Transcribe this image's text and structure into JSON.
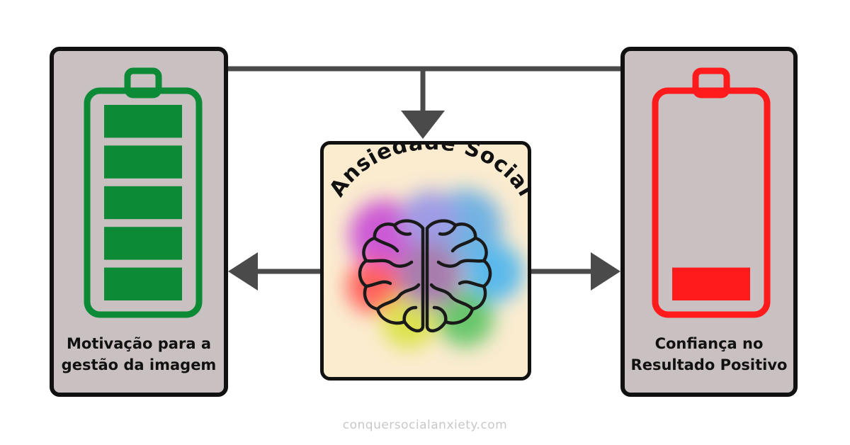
{
  "diagram": {
    "left_label_lines": [
      "Motivação para a",
      "gestão da imagem"
    ],
    "right_label_lines": [
      "Confiança no",
      "Resultado Positivo"
    ],
    "center_title": "Ansiedade Social",
    "footer": "conquersocialanxiety.com"
  },
  "batteries": {
    "left": {
      "level": 1.0,
      "segments_filled": 5,
      "segments_total": 5,
      "color": "#0d8a35"
    },
    "right": {
      "level": 0.2,
      "segments_filled": 1,
      "segments_total": 5,
      "color": "#ff1b1b"
    }
  },
  "colors": {
    "panel_fill": "#c9c1c1",
    "panel_border": "#111111",
    "connector": "#4a4a4a",
    "center_fill": "#fbecd0"
  },
  "icons": [
    "battery-full-icon",
    "battery-low-icon",
    "brain-icon"
  ]
}
